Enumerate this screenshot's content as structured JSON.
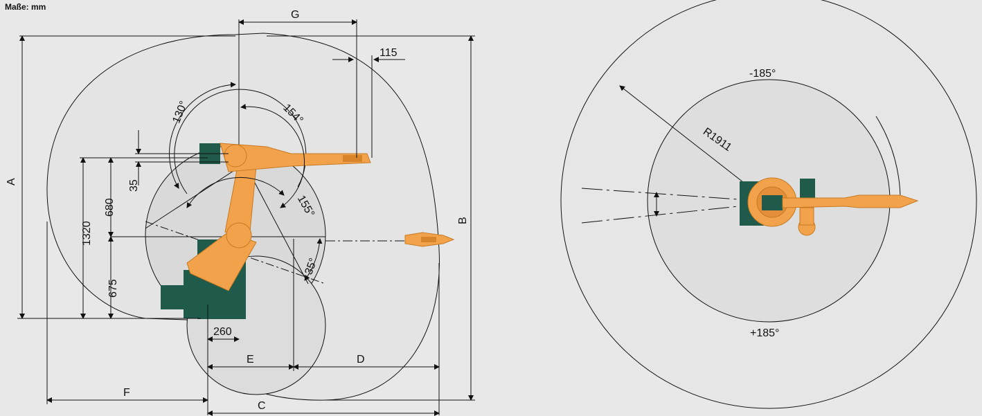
{
  "units_label": "Maße: mm",
  "side_view": {
    "dimensions": {
      "A": "A",
      "B": "B",
      "C": "C",
      "D": "D",
      "E": "E",
      "F": "F",
      "G": "G"
    },
    "values": {
      "offset_top": "115",
      "offset_35": "35",
      "height_680": "680",
      "height_1320": "1320",
      "height_675": "675",
      "base_260": "260"
    },
    "angles": {
      "a130": "130°",
      "a154": "154°",
      "a155": "155°",
      "a35": "35°"
    }
  },
  "top_view": {
    "radius_label": "R1911",
    "angle_neg": "-185°",
    "angle_pos": "+185°"
  },
  "colors": {
    "background": "#e8e8e8",
    "robot_orange": "#f2a24a",
    "robot_orange_dark": "#d8842a",
    "robot_teal": "#1f5a4b",
    "line": "#111111",
    "work_envelope_fill": "#dcdcdc"
  }
}
